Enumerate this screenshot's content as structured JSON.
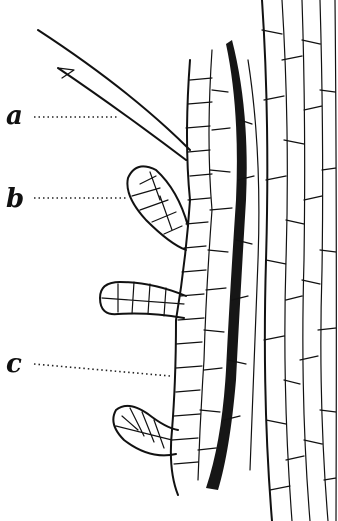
{
  "figure": {
    "labels": [
      {
        "id": "a",
        "text": "a"
      },
      {
        "id": "b",
        "text": "b"
      },
      {
        "id": "c",
        "text": "c"
      }
    ],
    "ink_color": "#111111",
    "background": "#ffffff"
  }
}
